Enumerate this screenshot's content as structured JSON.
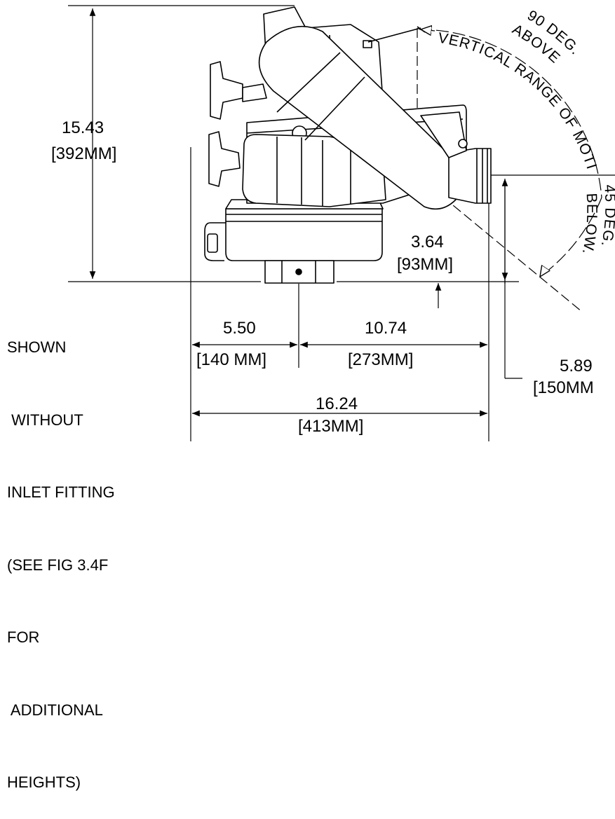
{
  "dimensions": {
    "height_total": {
      "value": "15.43",
      "metric": "[392MM]"
    },
    "outlet_offset": {
      "value": "3.64",
      "metric": "[93MM]"
    },
    "width_left": {
      "value": "5.50",
      "metric": "[140 MM]"
    },
    "width_right": {
      "value": "10.74",
      "metric": "[273MM]"
    },
    "outlet_height": {
      "value": "5.89",
      "metric": "[150MM"
    },
    "width_total": {
      "value": "16.24",
      "metric": "[413MM]"
    }
  },
  "range_of_motion": {
    "above": [
      "90 DEG.",
      "ABOVE"
    ],
    "label": "VERTICAL RANGE OF MOTION",
    "below": [
      "45 DEG.",
      "BELOW."
    ]
  },
  "note_lines": [
    "SHOWN",
    " WITHOUT",
    "INLET FITTING",
    "(SEE FIG 3.4F",
    "FOR",
    " ADDITIONAL",
    "HEIGHTS)"
  ]
}
